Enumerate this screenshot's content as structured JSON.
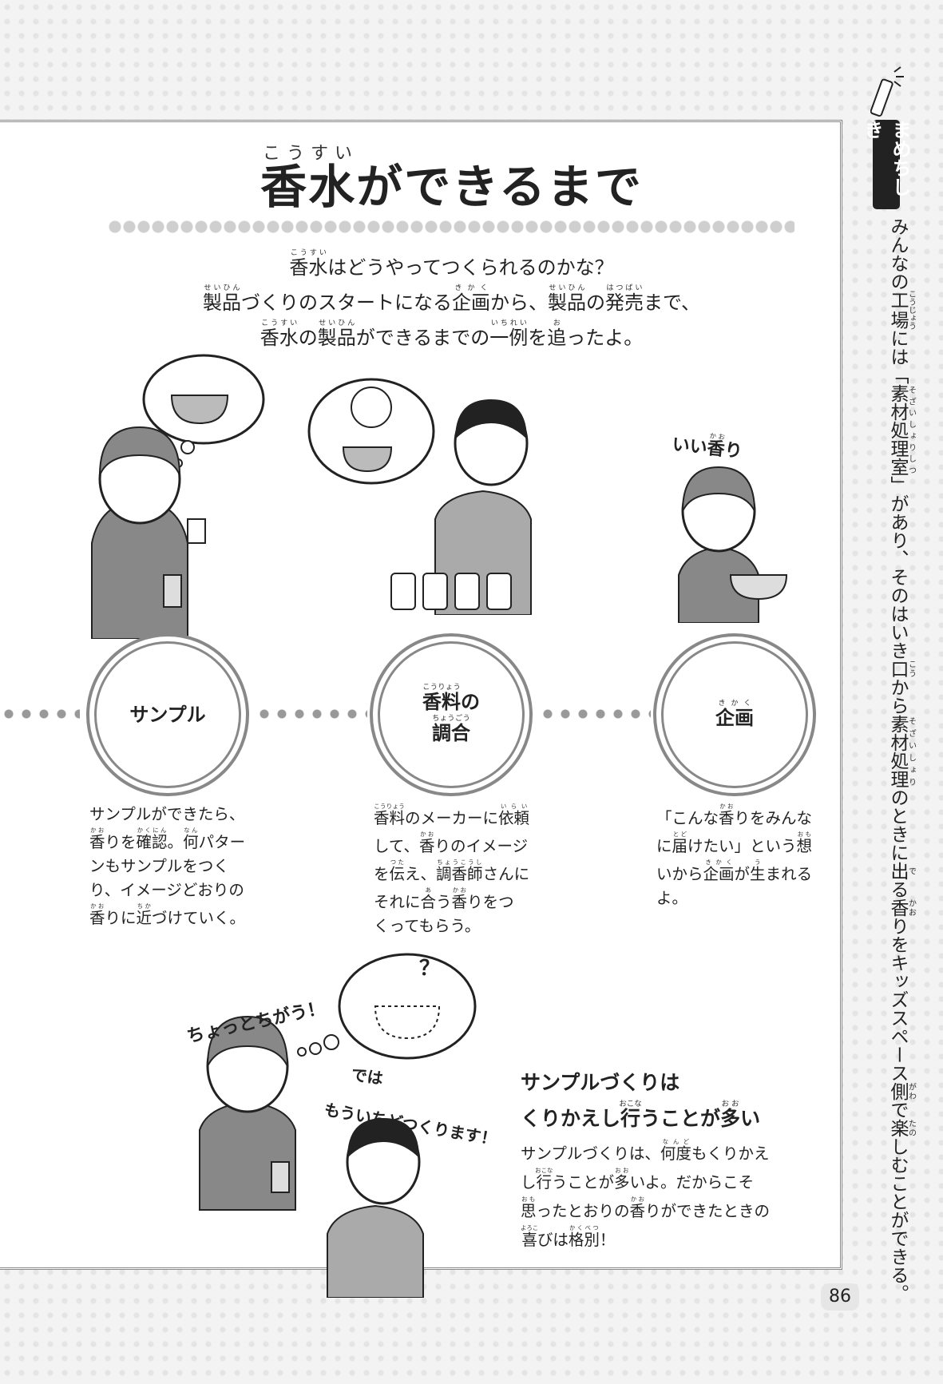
{
  "title": [
    [
      "香水",
      "こうすい"
    ],
    "ができるまで"
  ],
  "intro": [
    [
      [
        "香水",
        "こうすい"
      ],
      "はどうやってつくられるのかな？"
    ],
    [
      [
        "製品",
        "せいひん"
      ],
      "づくりのスタートになる",
      [
        "企画",
        "きかく"
      ],
      "から、",
      [
        "製品",
        "せいひん"
      ],
      "の",
      [
        "発売",
        "はつばい"
      ],
      "まで、"
    ],
    [
      [
        "香水",
        "こうすい"
      ],
      "の",
      [
        "製品",
        "せいひん"
      ],
      "ができるまでの",
      [
        "一例",
        "いちれい"
      ],
      "を",
      [
        "追",
        "お"
      ],
      "ったよ。"
    ]
  ],
  "steps": [
    {
      "label": [
        [
          "サンプル"
        ]
      ],
      "text": [
        [
          "サンプルができたら、"
        ],
        [
          [
            "香",
            "かお"
          ],
          "りを",
          [
            "確認",
            "かくにん"
          ],
          "。",
          [
            "何",
            "なん"
          ],
          "パター"
        ],
        [
          "ンもサンプルをつく"
        ],
        [
          "り、イメージどおりの"
        ],
        [
          [
            "香",
            "かお"
          ],
          "りに",
          [
            "近",
            "ちか"
          ],
          "づけていく。"
        ]
      ]
    },
    {
      "label": [
        [
          [
            "香料",
            "こうりょう"
          ],
          "の"
        ],
        [
          [
            "調合",
            "ちょうごう"
          ]
        ]
      ],
      "text": [
        [
          [
            "香料",
            "こうりょう"
          ],
          "のメーカーに",
          [
            "依頼",
            "いらい"
          ]
        ],
        [
          "して、",
          [
            "香",
            "かお"
          ],
          "りのイメージ"
        ],
        [
          "を",
          [
            "伝",
            "つた"
          ],
          "え、",
          [
            "調香師",
            "ちょうこうし"
          ],
          "さんに"
        ],
        [
          "それに",
          [
            "合",
            "あ"
          ],
          "う",
          [
            "香",
            "かお"
          ],
          "りをつ"
        ],
        [
          "くってもらう。"
        ]
      ]
    },
    {
      "label": [
        [
          [
            "企画",
            "きかく"
          ]
        ]
      ],
      "text": [
        [
          "「こんな",
          [
            "香",
            "かお"
          ],
          "りをみんな"
        ],
        [
          "に",
          [
            "届",
            "とど"
          ],
          "けたい」という",
          [
            "想",
            "おも"
          ]
        ],
        [
          "いから",
          [
            "企画",
            "きかく"
          ],
          "が",
          [
            "生",
            "う"
          ],
          "まれる"
        ],
        [
          "よ。"
        ]
      ]
    }
  ],
  "speech": {
    "nice_smell": [
      "いい",
      [
        "香",
        "かお"
      ],
      "り"
    ],
    "not_quite": [
      "ちょっとちがう！"
    ],
    "question": [
      "？"
    ],
    "retry1": [
      "では"
    ],
    "retry2": [
      "もういちどつくります！"
    ]
  },
  "bottom": {
    "heading": [
      [
        "サンプルづくりは"
      ],
      [
        "くりかえし",
        [
          "行",
          "おこな"
        ],
        "うことが",
        [
          "多",
          "おお"
        ],
        "い"
      ]
    ],
    "body": [
      [
        "サンプルづくりは、",
        [
          "何度",
          "なんど"
        ],
        "もくりかえ"
      ],
      [
        "し",
        [
          "行",
          "おこな"
        ],
        "うことが",
        [
          "多",
          "おお"
        ],
        "いよ。だからこそ"
      ],
      [
        [
          "思",
          "おも"
        ],
        "ったとおりの",
        [
          "香",
          "かお"
        ],
        "りができたときの"
      ],
      [
        [
          "喜",
          "よろこ"
        ],
        "びは",
        [
          "格別",
          "かくべつ"
        ],
        "！"
      ]
    ]
  },
  "sidebar": {
    "tab": "まめちしき",
    "text": [
      "みんなの",
      [
        "工場",
        "こうじょう"
      ],
      "には「",
      [
        "素材処理室",
        "そざいしょりしつ"
      ],
      "」があり、そのはいき",
      [
        "口",
        "こう"
      ],
      "から",
      [
        "素材処理",
        "そざいしょり"
      ],
      "のときに",
      [
        "出",
        "で"
      ],
      "る",
      [
        "香",
        "かお"
      ],
      "りをキッズスペース",
      [
        "側",
        "がわ"
      ],
      "で",
      [
        "楽",
        "たの"
      ],
      "しむことができる。"
    ]
  },
  "page_number": "86",
  "colors": {
    "frame": "#888888",
    "sweater": "#8a8a8a",
    "tab": "#222222"
  }
}
